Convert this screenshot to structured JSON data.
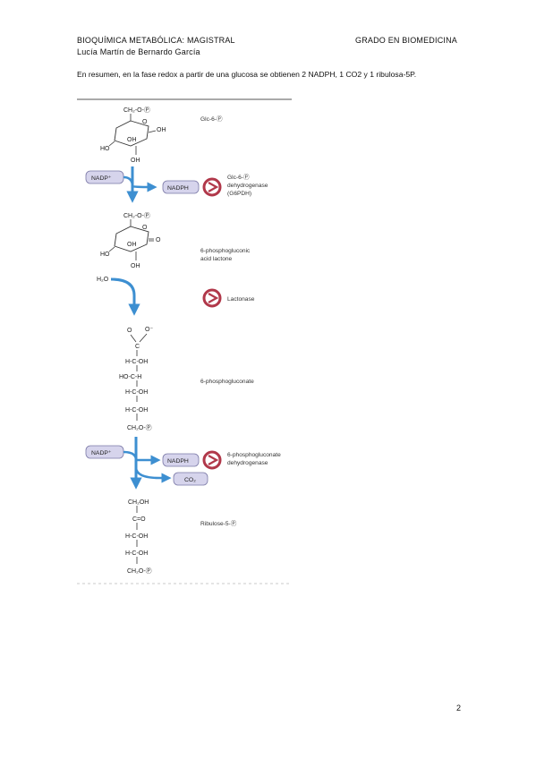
{
  "header": {
    "left": "BIOQUÍMICA METABÓLICA: MAGISTRAL",
    "right": "GRADO EN BIOMEDICINA",
    "author": "Lucía Martín de Bernardo García"
  },
  "body": {
    "paragraph": "En resumen, en la fase redox a partir de una glucosa se obtienen 2 NADPH, 1 CO2 y 1 ribulosa-5P."
  },
  "figure": {
    "colors": {
      "arrow": "#3d8fd1",
      "box_fill": "#d6d4ec",
      "box_stroke": "#7a78a6",
      "enzyme": "#b1384a"
    },
    "glc6p": {
      "top": "CH₂-O-Ⓟ",
      "oh1": "OH",
      "oh2": "OH",
      "ho": "HO",
      "oh3": "OH",
      "name": "Glc-6-Ⓟ"
    },
    "step1": {
      "cofactor_in": "NADP⁺",
      "cofactor_out": "NADPH",
      "enzyme_line1": "Glc-6-Ⓟ",
      "enzyme_line2": "dehydrogenase",
      "enzyme_line3": "(G6PDH)"
    },
    "lactone": {
      "top": "CH₂-O-Ⓟ",
      "oh1": "OH",
      "ho": "HO",
      "o": "O",
      "oh2": "OH",
      "name_line1": "6-phosphogluconic",
      "name_line2": "acid lactone"
    },
    "step2": {
      "water": "H₂O",
      "enzyme": "Lactonase"
    },
    "gluconate": {
      "o1": "O",
      "o2": "O⁻",
      "c": "C",
      "r1": "H-C-OH",
      "r2": "HO-C-H",
      "r3": "H-C-OH",
      "r4": "H-C-OH",
      "bottom": "CH₂O-Ⓟ",
      "name": "6-phosphogluconate"
    },
    "step3": {
      "cofactor_in": "NADP⁺",
      "cofactor_out": "NADPH",
      "co2": "CO₂",
      "enzyme_line1": "6-phosphogluconate",
      "enzyme_line2": "dehydrogenase"
    },
    "ribulose": {
      "top": "CH₂OH",
      "c": "C=O",
      "r1": "H-C-OH",
      "r2": "H-C-OH",
      "bottom": "CH₂O-Ⓟ",
      "name": "Ribulose-5-Ⓟ"
    }
  },
  "footer": {
    "page_number": "2"
  }
}
